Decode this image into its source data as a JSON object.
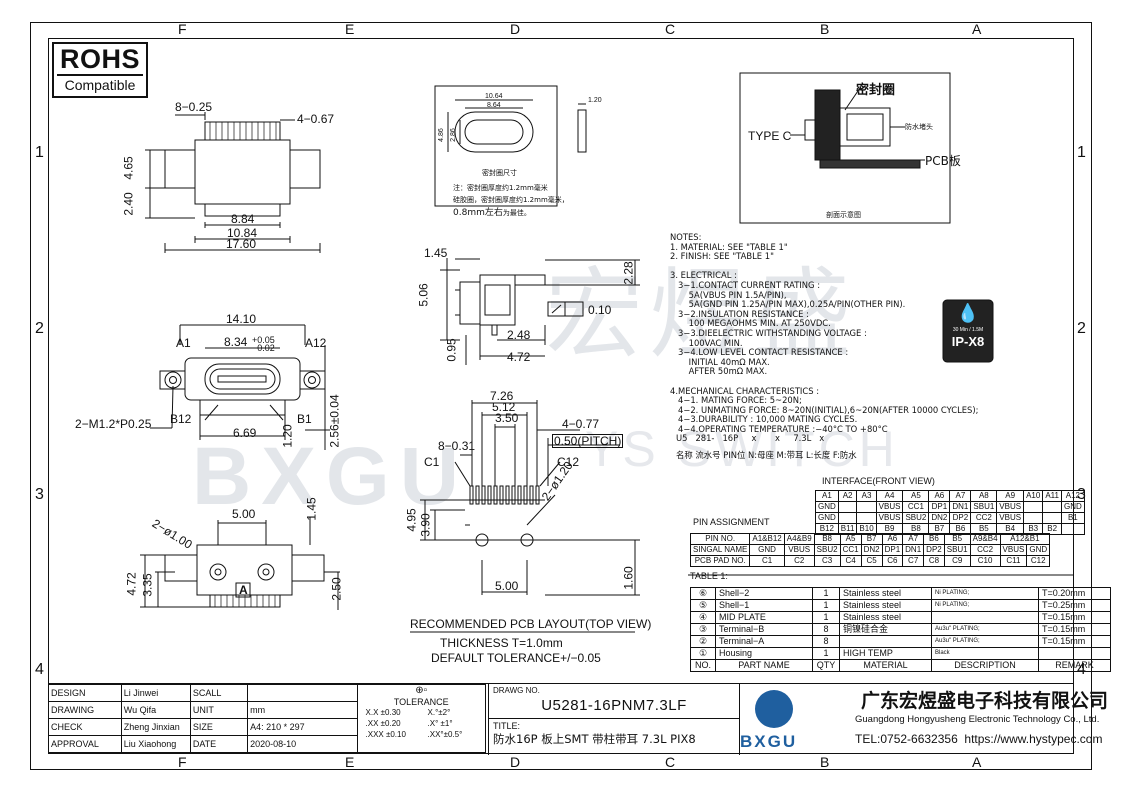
{
  "zones": {
    "top": [
      "F",
      "E",
      "D",
      "C",
      "B",
      "A"
    ],
    "rows": [
      "1",
      "2",
      "3",
      "4"
    ]
  },
  "rohs": {
    "line1": "ROHS",
    "line2": "Compatible"
  },
  "watermark": {
    "cn": "宏煜盛",
    "en": "BXGU",
    "en2": "YS SWITCH"
  },
  "top_view_dims": [
    "8−0.25",
    "4−0.67",
    "4.65",
    "2.40",
    "8.84",
    "10.84",
    "17.60"
  ],
  "front_view_dims": [
    "14.10",
    "8.34",
    "+0.05",
    "−0.02",
    "A1",
    "A12",
    "B12",
    "B1",
    "2−M1.2*P0.25",
    "6.69",
    "1.20",
    "2.56±0.04"
  ],
  "bottom_view_dims": [
    "5.00",
    "1.45",
    "2−ø1.00",
    "4.72",
    "3.35",
    "A",
    "2.50"
  ],
  "seal_view": {
    "dims": [
      "10.64",
      "8.64",
      "4.86",
      "2.86",
      "1.20"
    ],
    "label": "密封圈尺寸",
    "note1": "注：密封圈厚度约1.2mm毫米",
    "note2": "硅胶圈，密封圈厚度约1.2mm毫米，",
    "note3": "0.8mm左右",
    "note3b": "为最佳。"
  },
  "side_view_dims": [
    "1.45",
    "5.06",
    "2.28",
    "0.10",
    "2.48",
    "0.95",
    "4.72"
  ],
  "pcb_view": {
    "dims": [
      "7.26",
      "5.12",
      "3.50",
      "4−0.77",
      "8−0.31",
      "0.50(PITCH)",
      "C1",
      "C12",
      "2−ø1.20",
      "4.95",
      "3.90",
      "5.00",
      "1.60"
    ],
    "title": "RECOMMENDED PCB LAYOUT(TOP VIEW)",
    "thickness": "THICKNESS T=1.0mm",
    "tolerance": "DEFAULT TOLERANCE+/−0.05"
  },
  "section_view": {
    "seal": "密封圈",
    "type_c": "TYPE C",
    "pcb": "PCB板",
    "waterproof": "防水堵头",
    "sec": "剖面示意图"
  },
  "notes": [
    "NOTES:",
    "1. MATERIAL: SEE \"TABLE 1\"",
    "2. FINISH: SEE \"TABLE 1\"",
    "",
    "3. ELECTRICAL :",
    "   3−1.CONTACT CURRENT RATING :",
    "       5A(VBUS PIN 1.5A/PIN),",
    "       5A(GND PIN 1.25A/PIN MAX),0.25A/PIN(OTHER PIN).",
    "   3−2.INSULATION RESISTANCE :",
    "       100 MEGAOHMS MIN. AT 250VDC.",
    "   3−3.DIEELECTRIC WITHSTANDING VOLTAGE :",
    "       100VAC MIN.",
    "   3−4.LOW LEVEL CONTACT RESISTANCE :",
    "       INITIAL 40mΩ MAX.",
    "       AFTER 50mΩ MAX.",
    "",
    "4.MECHANICAL CHARACTERISTICS :",
    "   4−1. MATING FORCE: 5~20N;",
    "   4−2. UNMATING FORCE: 8~20N(INITIAL),6~20N(AFTER 10000 CYCLES);",
    "   4−3.DURABILITY : 10,000 MATING CYCLES.",
    "   4−4.OPERATING TEMPERATURE :−40°C TO +80°C"
  ],
  "part_code": {
    "line1": "U5   281-   16P     x       x     7.3L   x",
    "line2": "名称 流水号  PIN位 N:母座 M:带耳 L:长度 F:防水"
  },
  "ip_badge": {
    "text": "IP-X8",
    "sub": "30 Min / 1.5M"
  },
  "interface_title": "INTERFACE(FRONT VIEW)",
  "pin_assignment_label": "PIN ASSIGNMENT",
  "interface": {
    "a_row": [
      "A1",
      "A2",
      "A3",
      "A4",
      "A5",
      "A6",
      "A7",
      "A8",
      "A9",
      "A10",
      "A11",
      "A12"
    ],
    "r1": [
      "GND",
      "",
      "",
      "VBUS",
      "CC1",
      "DP1",
      "DN1",
      "SBU1",
      "VBUS",
      "",
      "",
      "GND"
    ],
    "r2": [
      "GND",
      "",
      "",
      "VBUS",
      "SBU2",
      "DN2",
      "DP2",
      "CC2",
      "VBUS",
      "",
      "",
      "B1"
    ],
    "b_row": [
      "B12",
      "B11",
      "B10",
      "B9",
      "B8",
      "B7",
      "B6",
      "B5",
      "B4",
      "B3",
      "B2",
      ""
    ]
  },
  "pin_table": {
    "h": [
      "PIN NO.",
      "A1&B12",
      "A4&B9",
      "B8",
      "A5",
      "B7",
      "A6",
      "A7",
      "B6",
      "B5",
      "A9&B4",
      "A12&B1"
    ],
    "name": [
      "SINGAL NAME",
      "GND",
      "VBUS",
      "SBU2",
      "CC1",
      "DN2",
      "DP1",
      "DN1",
      "DP2",
      "SBU1",
      "CC2",
      "VBUS",
      "GND"
    ],
    "pad": [
      "PCB PAD NO.",
      "C1",
      "C2",
      "C3",
      "C4",
      "C5",
      "C6",
      "C7",
      "C8",
      "C9",
      "C10",
      "C11",
      "C12"
    ]
  },
  "table1_label": "TABLE 1:",
  "table1": [
    {
      "no": "⑥",
      "part": "Shell−2",
      "qty": "1",
      "mat": "Stainless steel",
      "desc": "Ni PLATING;",
      "rem": "T=0.20mm"
    },
    {
      "no": "⑤",
      "part": "Shell−1",
      "qty": "1",
      "mat": "Stainless steel",
      "desc": "Ni PLATING;",
      "rem": "T=0.25mm"
    },
    {
      "no": "④",
      "part": "MID PLATE",
      "qty": "1",
      "mat": "Stainless steel",
      "desc": "",
      "rem": "T=0.15mm"
    },
    {
      "no": "③",
      "part": "Terminal−B",
      "qty": "8",
      "mat": "铜镍硅合金",
      "desc": "Au3u\" PLATING;",
      "rem": "T=0.15mm"
    },
    {
      "no": "②",
      "part": "Terminal−A",
      "qty": "8",
      "mat": "",
      "desc": "Au3u\" PLATING;",
      "rem": "T=0.15mm"
    },
    {
      "no": "①",
      "part": "Housing",
      "qty": "1",
      "mat": "HIGH TEMP",
      "desc": "Black",
      "rem": ""
    }
  ],
  "table1_head": {
    "no": "NO.",
    "part": "PART NAME",
    "qty": "QTY",
    "mat": "MATERIAL",
    "desc": "DESCRIPTION",
    "rem": "REMARK"
  },
  "title_block": {
    "design": "DESIGN",
    "design_name": "Li Jinwei",
    "scall": "SCALL",
    "drawing": "DRAWING",
    "drawing_name": "Wu Qifa",
    "unit": "UNIT",
    "unit_val": "mm",
    "check": "CHECK",
    "check_name": "Zheng Jinxian",
    "size": "SIZE",
    "size_val": "A4: 210 * 297",
    "approval": "APPROVAL",
    "approval_name": "Liu Xiaohong",
    "date": "DATE",
    "date_val": "2020-08-10",
    "tolerance": "TOLERANCE",
    "tol_rows": [
      [
        "X.X  ±0.30",
        "X.°±2°"
      ],
      [
        ".XX  ±0.20",
        ".X° ±1°"
      ],
      [
        ".XXX  ±0.10",
        ".XX°±0.5°"
      ]
    ],
    "drawing_no_label": "DRAWG NO.",
    "drawing_no": "U5281-16PNM7.3LF",
    "title_label": "TITLE:",
    "title": "防水16P 板上SMT 带柱带耳 7.3L PIX8",
    "company_cn": "广东宏煜盛电子科技有限公司",
    "company_en": "Guangdong Hongyusheng Electronic Technology Co., Ltd.",
    "contact": "TEL:0752-6632356  https://www.hystypec.com",
    "logo_text": "BXGU"
  }
}
